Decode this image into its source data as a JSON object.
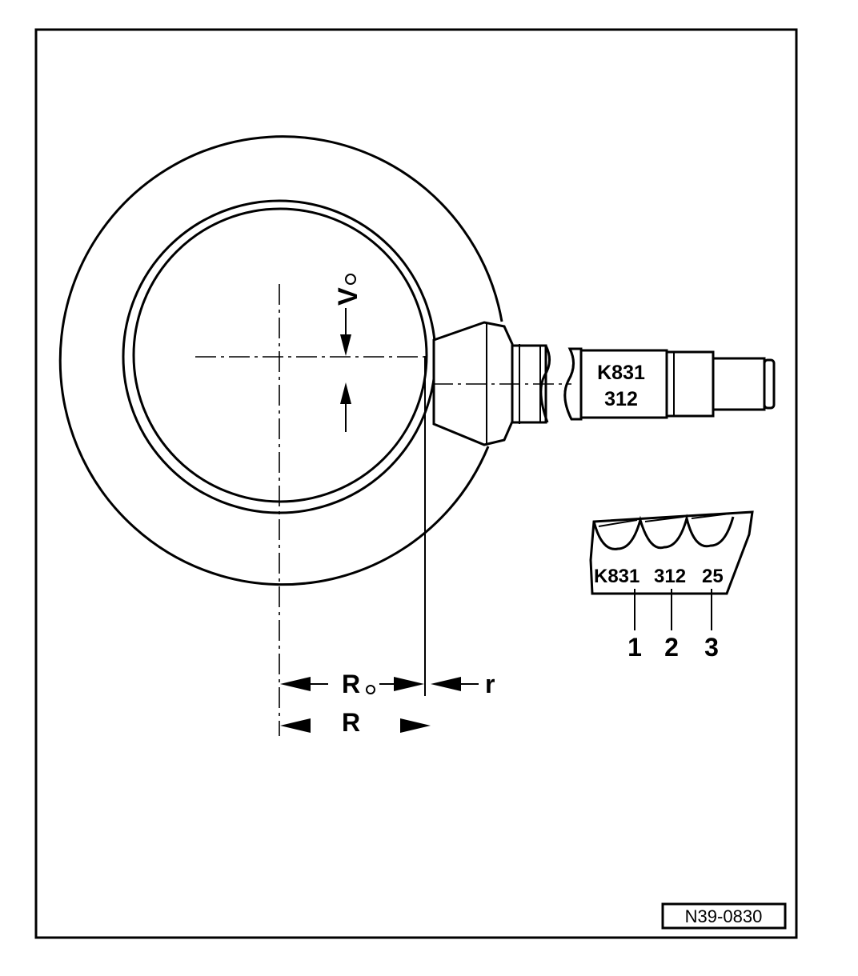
{
  "labels": {
    "v0_main": "V",
    "v0_sub": "o",
    "r0_main": "R",
    "r0_sub": "o",
    "r_small": "r",
    "r_big": "R",
    "shaft_code_line1": "K831",
    "shaft_code_line2": "312",
    "detail_code_1": "K831",
    "detail_code_2": "312",
    "detail_code_3": "25",
    "callout_1": "1",
    "callout_2": "2",
    "callout_3": "3",
    "figure_id": "N39-0830"
  },
  "colors": {
    "ink": "#000000",
    "paper": "#ffffff"
  }
}
